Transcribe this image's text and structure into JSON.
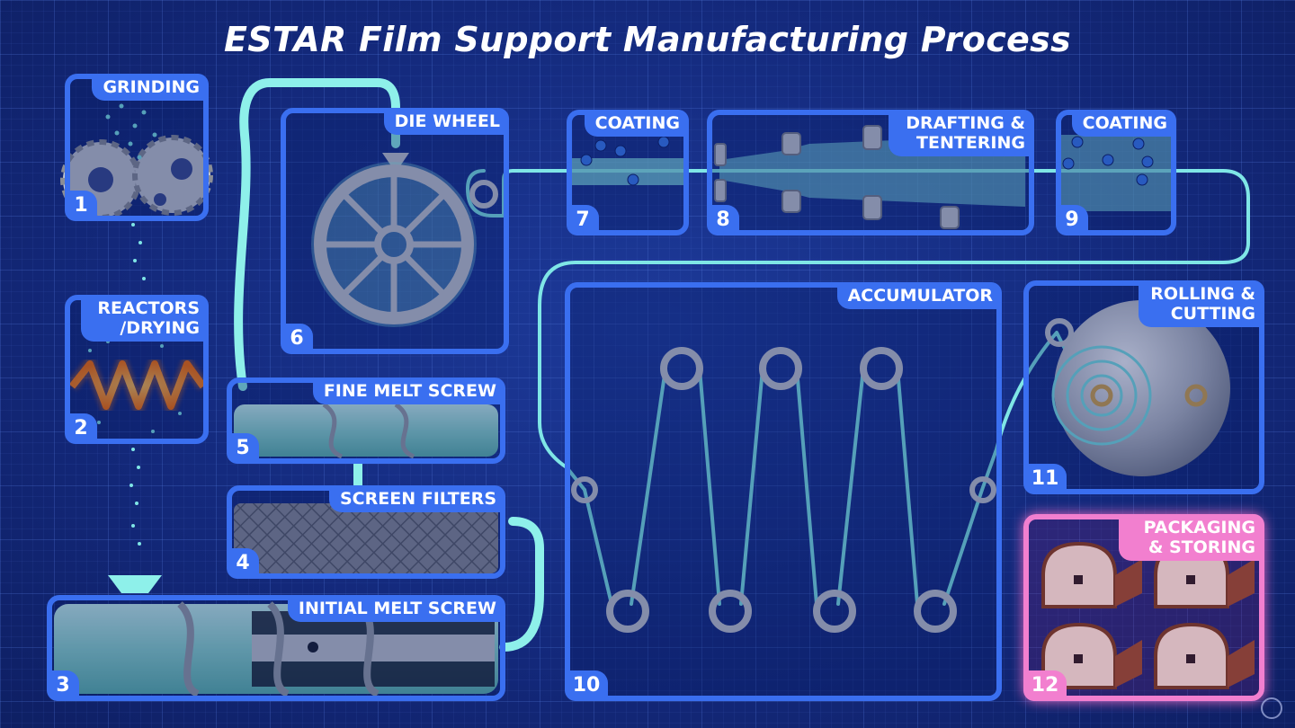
{
  "title": "ESTAR Film Support Manufacturing Process",
  "steps": [
    {
      "number": "1",
      "label": "GRINDING"
    },
    {
      "number": "2",
      "label": "REACTORS /DRYING"
    },
    {
      "number": "3",
      "label": "INITIAL MELT SCREW"
    },
    {
      "number": "4",
      "label": "SCREEN FILTERS"
    },
    {
      "number": "5",
      "label": "FINE MELT SCREW"
    },
    {
      "number": "6",
      "label": "DIE WHEEL"
    },
    {
      "number": "7",
      "label": "COATING"
    },
    {
      "number": "8",
      "label": "DRAFTING & TENTERING"
    },
    {
      "number": "9",
      "label": "COATING"
    },
    {
      "number": "10",
      "label": "ACCUMULATOR"
    },
    {
      "number": "11",
      "label": "ROLLING & CUTTING"
    },
    {
      "number": "12",
      "label": "PACKAGING & STORING"
    }
  ],
  "colors": {
    "background": "#142a7a",
    "box_border": "#3a6ff0",
    "film": "#7fe6e6",
    "highlight_box": "#f27fcf"
  }
}
